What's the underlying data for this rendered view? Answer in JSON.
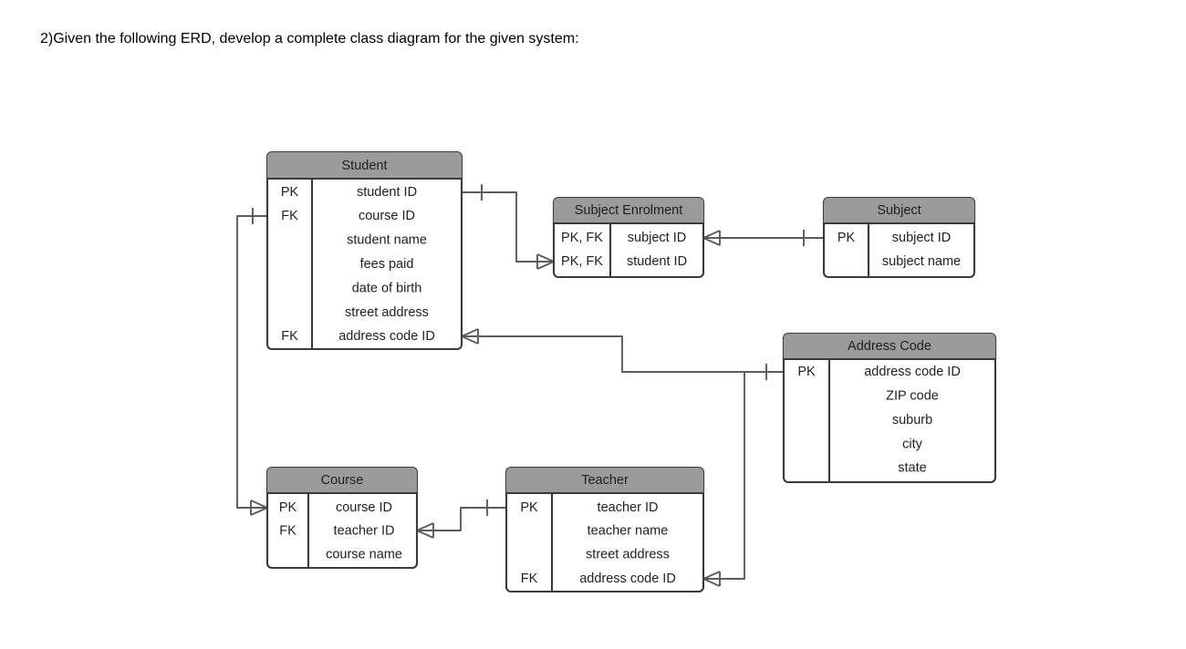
{
  "question": {
    "number": "2)",
    "text": "Given the following ERD, develop a complete class diagram for the given system:",
    "number_color": "#5ABBE4"
  },
  "diagram": {
    "type": "entity-relationship-diagram",
    "header_fill": "#9b9b9b",
    "border_color": "#3a3a3a",
    "line_color": "#5b5b5b",
    "entities": [
      {
        "id": "student",
        "title": "Student",
        "attributes": [
          {
            "key": "PK",
            "name": "student ID"
          },
          {
            "key": "FK",
            "name": "course ID"
          },
          {
            "key": "",
            "name": "student name"
          },
          {
            "key": "",
            "name": "fees paid"
          },
          {
            "key": "",
            "name": "date of birth"
          },
          {
            "key": "",
            "name": "street address"
          },
          {
            "key": "FK",
            "name": "address code ID"
          }
        ]
      },
      {
        "id": "subject_enrolment",
        "title": "Subject Enrolment",
        "attributes": [
          {
            "key": "PK, FK",
            "name": "subject ID"
          },
          {
            "key": "PK, FK",
            "name": "student ID"
          }
        ]
      },
      {
        "id": "subject",
        "title": "Subject",
        "attributes": [
          {
            "key": "PK",
            "name": "subject ID"
          },
          {
            "key": "",
            "name": "subject name"
          }
        ]
      },
      {
        "id": "address_code",
        "title": "Address Code",
        "attributes": [
          {
            "key": "PK",
            "name": "address code ID"
          },
          {
            "key": "",
            "name": "ZIP code"
          },
          {
            "key": "",
            "name": "suburb"
          },
          {
            "key": "",
            "name": "city"
          },
          {
            "key": "",
            "name": "state"
          }
        ]
      },
      {
        "id": "course",
        "title": "Course",
        "attributes": [
          {
            "key": "PK",
            "name": "course ID"
          },
          {
            "key": "FK",
            "name": "teacher ID"
          },
          {
            "key": "",
            "name": "course name"
          }
        ]
      },
      {
        "id": "teacher",
        "title": "Teacher",
        "attributes": [
          {
            "key": "PK",
            "name": "teacher ID"
          },
          {
            "key": "",
            "name": "teacher name"
          },
          {
            "key": "",
            "name": "street address"
          },
          {
            "key": "FK",
            "name": "address code ID"
          }
        ]
      }
    ],
    "relationships": [
      {
        "id": "student-to-subject-enrolment",
        "from": "Student.student ID",
        "to": "Subject Enrolment.student ID",
        "from_cardinality": "one",
        "to_cardinality": "many"
      },
      {
        "id": "subject-enrolment-to-subject",
        "from": "Subject Enrolment.subject ID",
        "to": "Subject.subject ID",
        "from_cardinality": "many",
        "to_cardinality": "one"
      },
      {
        "id": "student-to-address-code",
        "from": "Student.address code ID",
        "to": "Address Code.address code ID",
        "from_cardinality": "many",
        "to_cardinality": "one"
      },
      {
        "id": "teacher-to-address-code",
        "from": "Teacher.address code ID",
        "to": "Address Code.address code ID",
        "from_cardinality": "many",
        "to_cardinality": "one"
      },
      {
        "id": "student-to-course",
        "from": "Student.course ID",
        "to": "Course.course ID",
        "from_cardinality": "one",
        "to_cardinality": "many"
      },
      {
        "id": "course-to-teacher",
        "from": "Course.teacher ID",
        "to": "Teacher.teacher ID",
        "from_cardinality": "many",
        "to_cardinality": "one"
      }
    ]
  }
}
